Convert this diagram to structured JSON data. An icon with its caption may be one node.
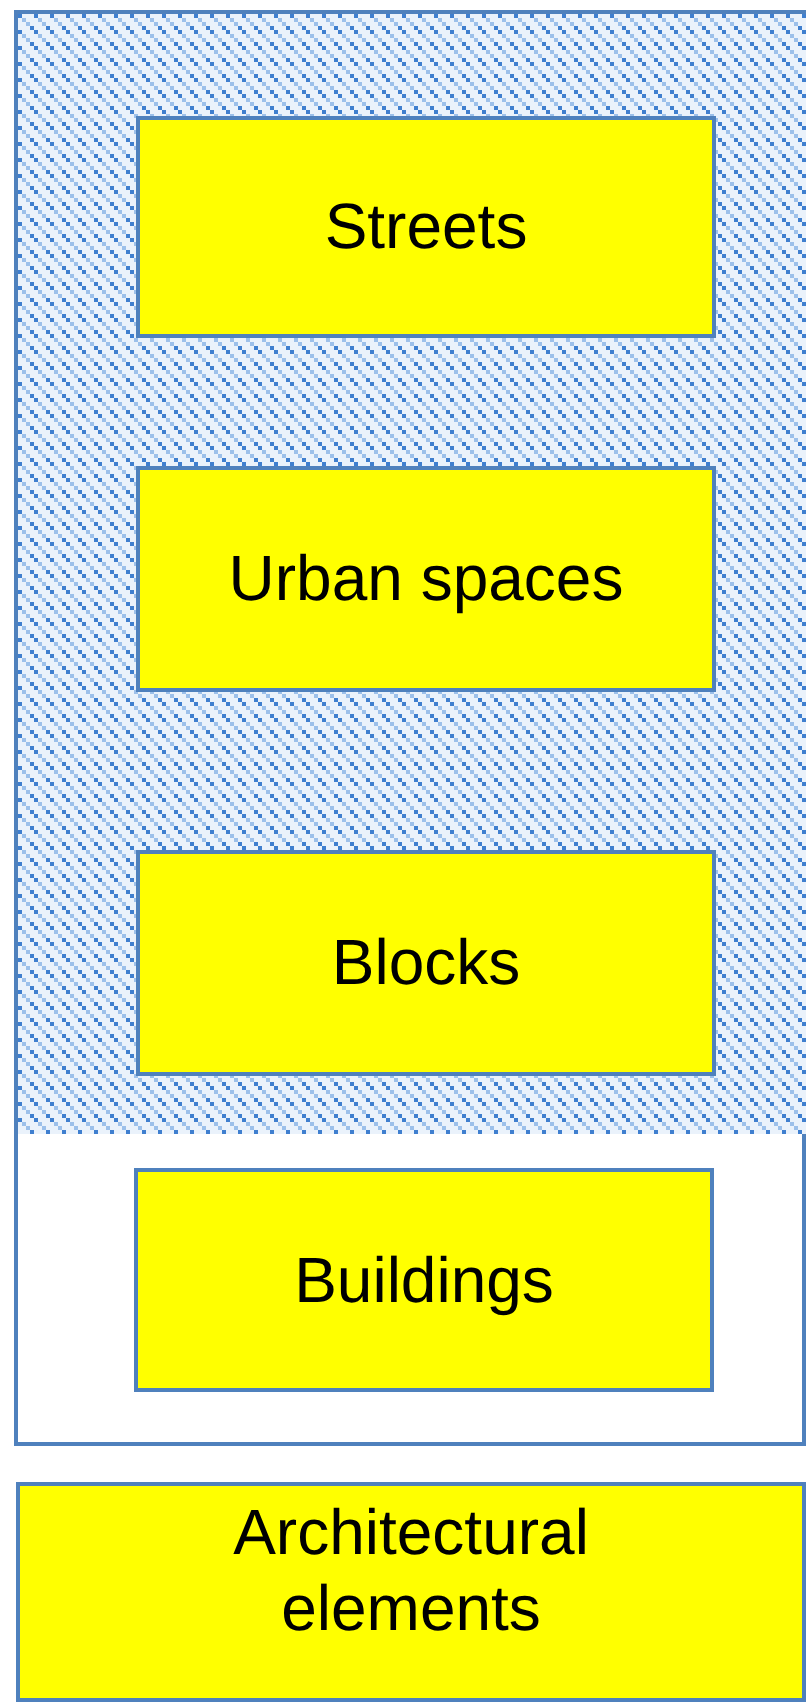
{
  "diagram": {
    "nodes": [
      {
        "text": [],
        "shape": "box"
      },
      {
        "text": [],
        "shape": "box",
        "in": 0
      },
      {
        "text": [
          "Streets"
        ],
        "in": 1
      },
      {
        "text": [
          "Urban spaces"
        ],
        "in": 1
      },
      {
        "text": [
          "Blocks"
        ],
        "in": 1
      },
      {
        "text": [
          "Buildings"
        ],
        "in": 0
      },
      {
        "text": [
          "Architectural elements"
        ]
      }
    ]
  }
}
